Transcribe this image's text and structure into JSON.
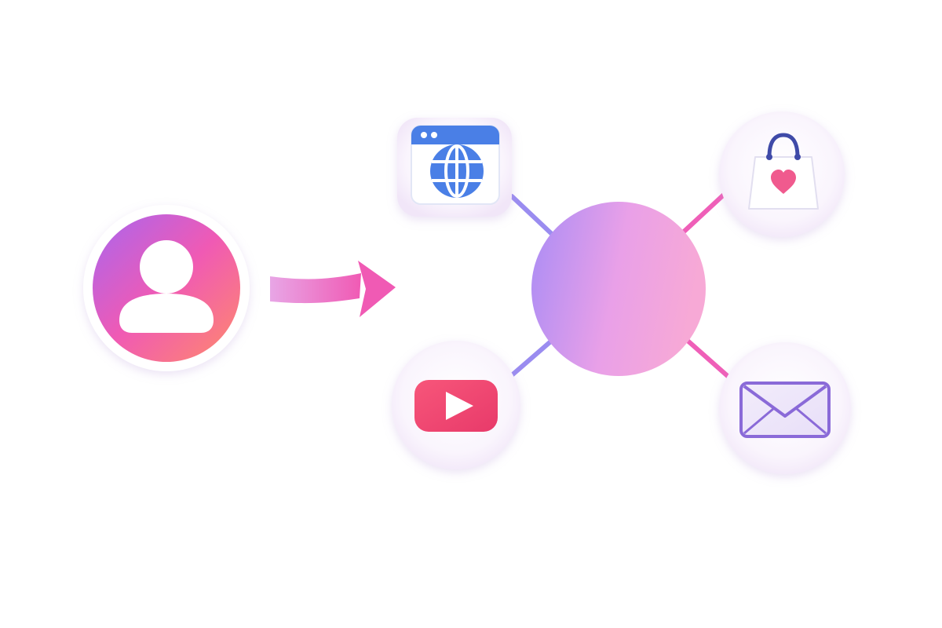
{
  "diagram": {
    "nodes": [
      {
        "id": "user",
        "icon": "user-avatar-icon"
      },
      {
        "id": "hub",
        "icon": "gradient-hub-circle"
      },
      {
        "id": "web",
        "icon": "browser-globe-icon"
      },
      {
        "id": "video",
        "icon": "video-play-icon"
      },
      {
        "id": "shop",
        "icon": "shopping-bag-heart-icon"
      },
      {
        "id": "mail",
        "icon": "envelope-icon"
      }
    ],
    "edges": [
      {
        "from": "user",
        "to": "hub",
        "style": "arrow"
      },
      {
        "from": "web",
        "to": "hub"
      },
      {
        "from": "video",
        "to": "hub"
      },
      {
        "from": "shop",
        "to": "hub"
      },
      {
        "from": "mail",
        "to": "hub"
      }
    ]
  },
  "colors": {
    "accent_pink": "#f05ab4",
    "accent_purple": "#a98cf5",
    "accent_coral": "#ff8a6a",
    "web_blue": "#4a7fe6",
    "video_red": "#f0406a",
    "mail_purple": "#8a6ad8",
    "bag_navy": "#3f4aa8"
  }
}
